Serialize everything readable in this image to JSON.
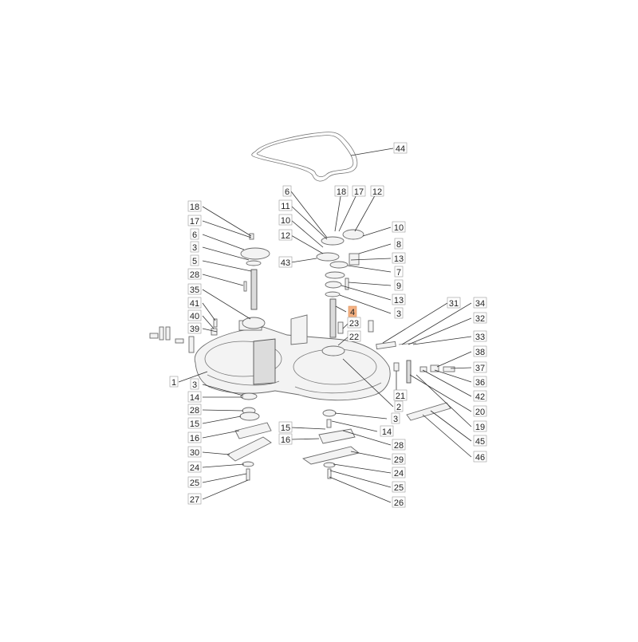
{
  "diagram": {
    "highlighted_part": "4",
    "callouts": [
      {
        "id": "c44a",
        "num": "44"
      },
      {
        "id": "c6a",
        "num": "6"
      },
      {
        "id": "c18a",
        "num": "18"
      },
      {
        "id": "c17a",
        "num": "17"
      },
      {
        "id": "c12a",
        "num": "12"
      },
      {
        "id": "c11",
        "num": "11"
      },
      {
        "id": "c10a",
        "num": "10"
      },
      {
        "id": "c10b",
        "num": "10"
      },
      {
        "id": "c12b",
        "num": "12"
      },
      {
        "id": "c8",
        "num": "8"
      },
      {
        "id": "c43",
        "num": "43"
      },
      {
        "id": "c13a",
        "num": "13"
      },
      {
        "id": "c7",
        "num": "7"
      },
      {
        "id": "c9",
        "num": "9"
      },
      {
        "id": "c13b",
        "num": "13"
      },
      {
        "id": "c3a",
        "num": "3"
      },
      {
        "id": "c4",
        "num": "4"
      },
      {
        "id": "c23",
        "num": "23"
      },
      {
        "id": "c22",
        "num": "22"
      },
      {
        "id": "c18b",
        "num": "18"
      },
      {
        "id": "c17b",
        "num": "17"
      },
      {
        "id": "c6b",
        "num": "6"
      },
      {
        "id": "c3b",
        "num": "3"
      },
      {
        "id": "c5",
        "num": "5"
      },
      {
        "id": "c28a",
        "num": "28"
      },
      {
        "id": "c35",
        "num": "35"
      },
      {
        "id": "c41",
        "num": "41"
      },
      {
        "id": "c40",
        "num": "40"
      },
      {
        "id": "c39",
        "num": "39"
      },
      {
        "id": "c1",
        "num": "1"
      },
      {
        "id": "c31",
        "num": "31"
      },
      {
        "id": "c34",
        "num": "34"
      },
      {
        "id": "c32",
        "num": "32"
      },
      {
        "id": "c33",
        "num": "33"
      },
      {
        "id": "c38",
        "num": "38"
      },
      {
        "id": "c37",
        "num": "37"
      },
      {
        "id": "c36",
        "num": "36"
      },
      {
        "id": "c42",
        "num": "42"
      },
      {
        "id": "c20",
        "num": "20"
      },
      {
        "id": "c21",
        "num": "21"
      },
      {
        "id": "c2",
        "num": "2"
      },
      {
        "id": "c19",
        "num": "19"
      },
      {
        "id": "c45",
        "num": "45"
      },
      {
        "id": "c46",
        "num": "46"
      },
      {
        "id": "c3c",
        "num": "3"
      },
      {
        "id": "c14a",
        "num": "14"
      },
      {
        "id": "c28b",
        "num": "28"
      },
      {
        "id": "c15a",
        "num": "15"
      },
      {
        "id": "c16a",
        "num": "16"
      },
      {
        "id": "c30",
        "num": "30"
      },
      {
        "id": "c24a",
        "num": "24"
      },
      {
        "id": "c25a",
        "num": "25"
      },
      {
        "id": "c27",
        "num": "27"
      },
      {
        "id": "c3d",
        "num": "3"
      },
      {
        "id": "c14b",
        "num": "14"
      },
      {
        "id": "c15b",
        "num": "15"
      },
      {
        "id": "c28c",
        "num": "28"
      },
      {
        "id": "c16b",
        "num": "16"
      },
      {
        "id": "c29",
        "num": "29"
      },
      {
        "id": "c24b",
        "num": "24"
      },
      {
        "id": "c25b",
        "num": "25"
      },
      {
        "id": "c26",
        "num": "26"
      }
    ]
  }
}
